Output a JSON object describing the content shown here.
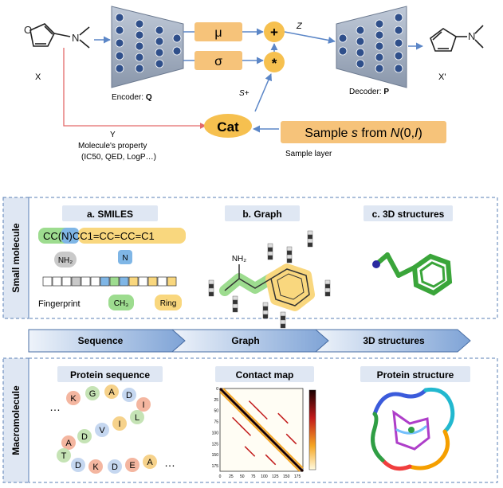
{
  "vae": {
    "input_label": "X",
    "output_label": "X'",
    "encoder_label_prefix": "Encoder: ",
    "encoder_label_bold": "Q",
    "decoder_label_prefix": "Decoder: ",
    "decoder_label_bold": "P",
    "mu": "μ",
    "sigma": "σ",
    "plus": "+",
    "times": "*",
    "z_label": "Z",
    "s_label": "S+",
    "cat": "Cat",
    "sample_text_prefix": "Sample ",
    "sample_text_s": "s",
    "sample_text_mid": " from ",
    "sample_text_N": "N",
    "sample_text_args_open": "(0,",
    "sample_text_I": "I",
    "sample_text_args_close": ")",
    "sample_layer": "Sample layer",
    "y_label": "Y",
    "property_line1": "Molecule's property",
    "property_line2": "(IC50, QED, LogP…)"
  },
  "small_molecule": {
    "side_label": "Small molecule",
    "panel_a_title": "a. SMILES",
    "smiles_seg1": "CC(",
    "smiles_seg2": "N",
    "smiles_seg3": ")CC1=CC=CC=C1",
    "nh2": "NH₂",
    "n": "N",
    "ch3": "CH₃",
    "ring": "Ring",
    "fingerprint": "Fingerprint",
    "panel_b_title": "b. Graph",
    "graph_nh2": "NH₂",
    "panel_c_title": "c. 3D structures"
  },
  "arrows": {
    "sequence": "Sequence",
    "graph": "Graph",
    "structures": "3D structures"
  },
  "macromolecule": {
    "side_label": "Macromolecule",
    "protein_sequence_title": "Protein sequence",
    "residues": [
      "K",
      "G",
      "A",
      "D",
      "I",
      "L",
      "I",
      "V",
      "D",
      "A",
      "T",
      "D",
      "K",
      "D",
      "E",
      "A"
    ],
    "ellipsis": "…",
    "contact_map_title": "Contact map",
    "protein_structure_title": "Protein structure",
    "contact_map_ticks": [
      "0",
      "25",
      "50",
      "75",
      "100",
      "125",
      "150",
      "175"
    ]
  },
  "colors": {
    "panel_border": "#5a7fb5",
    "title_box": "#dfe7f3",
    "mu_sigma_box": "#f6c37a",
    "cat_box": "#f6c04f",
    "sample_box": "#f6c37a",
    "arrow_start": "#e6eef8",
    "arrow_end": "#7ea3d6",
    "side_label_bg": "#dfe7f3",
    "red_line": "#e36a6a",
    "blue_line": "#5b86c7",
    "ring_highlight": "#f9d77e",
    "green_highlight": "#9ddc8f",
    "molecule_green": "#3aa53a"
  }
}
